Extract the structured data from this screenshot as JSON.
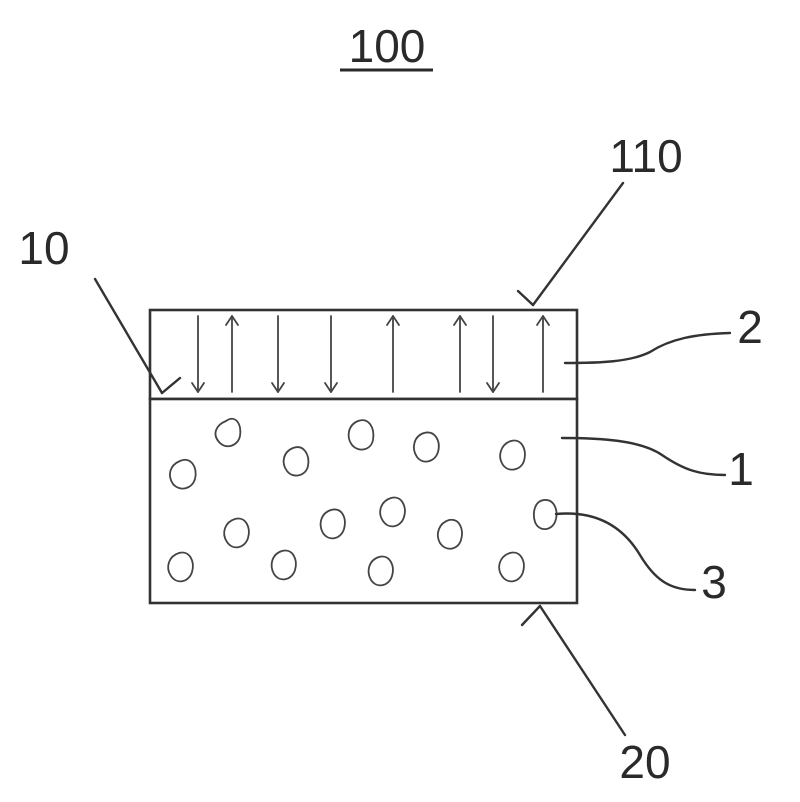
{
  "figure": {
    "title": "100",
    "labels": {
      "top_surface": "110",
      "interface": "10",
      "upper_layer": "2",
      "lower_layer": "1",
      "particle": "3",
      "bottom_surface": "20"
    }
  },
  "colors": {
    "line": "#333333",
    "text": "#2a2a2a",
    "background": "#ffffff"
  },
  "arrows": [
    "down",
    "up",
    "down",
    "down",
    "up",
    "up",
    "down",
    "up"
  ]
}
